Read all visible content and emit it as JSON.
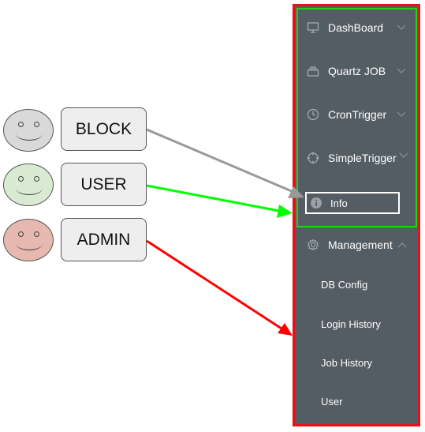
{
  "roles": [
    {
      "label": "BLOCK",
      "face_color": "#d9d9d9",
      "arrow_color": "#999999"
    },
    {
      "label": "USER",
      "face_color": "#d9ead3",
      "arrow_color": "#00ff00"
    },
    {
      "label": "ADMIN",
      "face_color": "#e6b8af",
      "arrow_color": "#ff0000"
    }
  ],
  "menu": {
    "background": "#545c64",
    "items": [
      {
        "label": "DashBoard",
        "icon": "monitor-icon"
      },
      {
        "label": "Quartz JOB",
        "icon": "stack-icon"
      },
      {
        "label": "CronTrigger",
        "icon": "clock-icon"
      },
      {
        "label": "SimpleTrigger",
        "icon": "crosshair-icon"
      }
    ],
    "info": {
      "label": "Info",
      "icon": "info-icon"
    },
    "management": {
      "label": "Management",
      "icon": "gear-icon"
    },
    "sub_items": [
      "DB Config",
      "Login History",
      "Job History",
      "User"
    ]
  },
  "colors": {
    "green_frame": "#21d411",
    "red_frame": "#e8101c"
  }
}
